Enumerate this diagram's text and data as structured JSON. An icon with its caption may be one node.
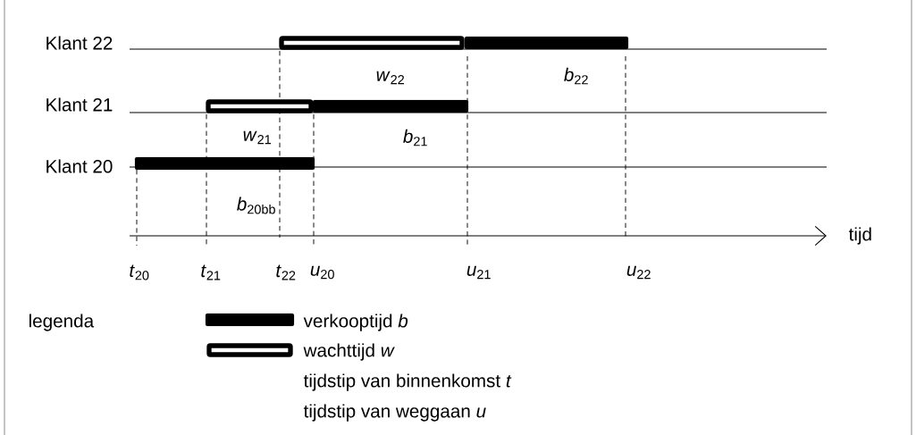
{
  "diagram": {
    "nodes": [
      {
        "text": [],
        "shape": "bar"
      },
      {
        "text": [],
        "shape": "bar"
      },
      {
        "text": [],
        "shape": "bar"
      },
      {
        "text": [],
        "shape": "bar"
      },
      {
        "text": [],
        "shape": "bar"
      },
      {
        "text": [],
        "shape": "bar"
      },
      {
        "text": [],
        "shape": "bar"
      }
    ],
    "labels": [
      "Klant 22",
      "Klant 21",
      "Klant 20",
      "*w*$_{22}$",
      "*b*$_{22}$",
      "*w*$_{21}$",
      "*b*$_{21}$",
      "*b*$_{20bb}$",
      "tijd",
      "*t*$_{20}$",
      "*t*$_{21}$",
      "*t*$_{22}$",
      "*u*$_{20}$",
      "*u*$_{21}$",
      "*u*$_{22}$",
      "legenda"
    ],
    "legend": [
      {
        "text": "verkooptijd *b*"
      },
      {
        "text": "wachttijd *w*"
      },
      {
        "text": "tijdstip van binnenkomst *t*"
      },
      {
        "text": "tijdstip van weggaan *u*"
      }
    ]
  }
}
